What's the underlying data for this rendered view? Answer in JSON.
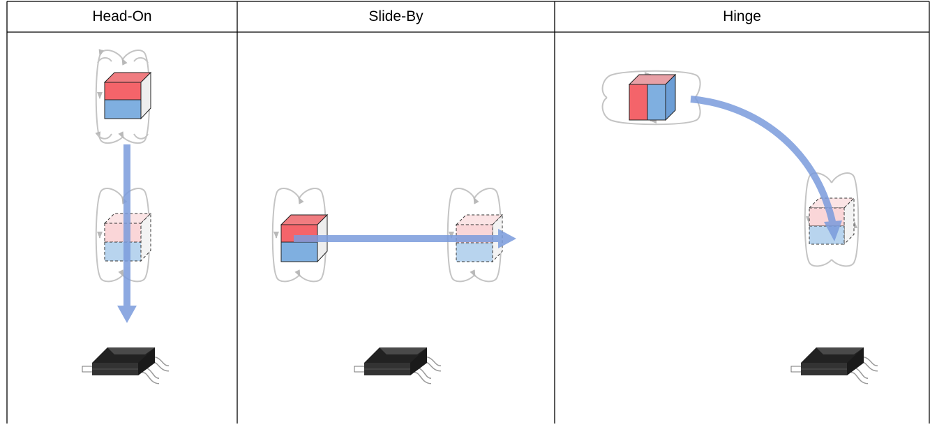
{
  "columns": [
    {
      "header": "Head-On"
    },
    {
      "header": "Slide-By"
    },
    {
      "header": "Hinge"
    }
  ],
  "colors": {
    "magnet_north": "#f4646a",
    "magnet_south": "#7fafe0",
    "ghost_north": "#fad6d8",
    "ghost_south": "#b8d4ee",
    "field_lines": "#c4c4c4",
    "motion_arrow": "#7a9bdc",
    "sensor_body": "#2b2b2b",
    "grid_lines": "#000000"
  },
  "icons": [
    "magnet-cube",
    "field-lines",
    "motion-arrow",
    "hall-sensor-chip"
  ]
}
